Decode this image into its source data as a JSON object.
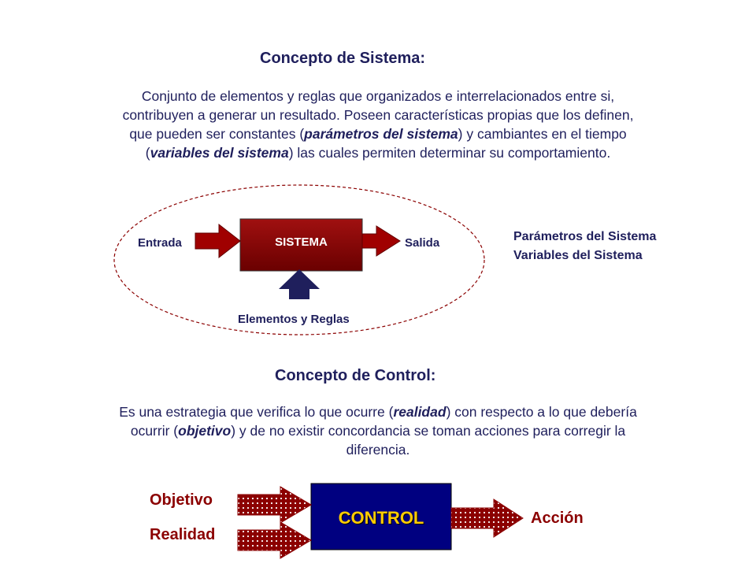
{
  "sistema": {
    "title": "Concepto de Sistema:",
    "paragraph": {
      "line1": "Conjunto de elementos y reglas que organizados e interrelacionados entre si,",
      "line2": "contribuyen a generar un resultado. Poseen características propias que los definen,",
      "line3_a": "que pueden ser constantes (",
      "line3_em": "parámetros del sistema",
      "line3_b": ") y cambiantes en el tiempo",
      "line4_a": "(",
      "line4_em": "variables del sistema",
      "line4_b": ") las cuales permiten determinar su comportamiento."
    },
    "diagram": {
      "box_label": "SISTEMA",
      "input_label": "Entrada",
      "output_label": "Salida",
      "bottom_label": "Elementos y Reglas",
      "side_lines": [
        "Parámetros del Sistema",
        "Variables del Sistema"
      ],
      "colors": {
        "box": "#8b0000",
        "arrow": "#8b0000",
        "up_arrow": "#1f1f5c",
        "ellipse": "#8b0000"
      }
    }
  },
  "control": {
    "title": "Concepto de Control:",
    "paragraph": {
      "line1_a": "Es una estrategia que verifica lo que ocurre (",
      "line1_em": "realidad",
      "line1_b": ") con respecto a lo que debería",
      "line2_a": "ocurrir (",
      "line2_em": "objetivo",
      "line2_b": ") y de no existir concordancia se toman acciones para corregir la",
      "line3": "diferencia."
    },
    "diagram": {
      "box_label": "CONTROL",
      "input1_label": "Objetivo",
      "input2_label": "Realidad",
      "output_label": "Acción",
      "colors": {
        "box": "#000080",
        "box_text": "#ffcc00",
        "arrow": "#8b0000"
      }
    }
  }
}
